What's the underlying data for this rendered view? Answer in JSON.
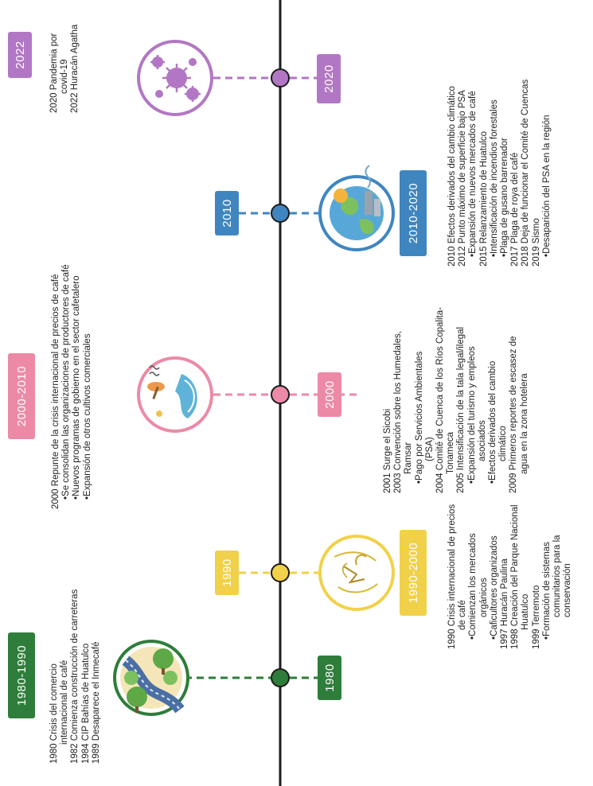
{
  "colors": {
    "green": "#2e7d3a",
    "yellow": "#f2d14a",
    "pink": "#ec8aa6",
    "blue": "#3f86c0",
    "purple": "#b277c4",
    "axis": "#1c1c1c"
  },
  "periods": {
    "p1980": {
      "label": "1980-1990",
      "year": "1980",
      "icon": "forest-road-icon",
      "events": [
        "1980 Crisis del comercio",
        "internacional de café",
        "1982 Comienza construcción de carreteras",
        "1984 CIP Bahías de Huatulco",
        "1989 Desaparece el Inmecafé"
      ]
    },
    "p1990": {
      "label": "1990-2000",
      "year": "1990",
      "icon": "hurricane-coast-icon",
      "events": [
        "1990 Crisis internacional de precios",
        "de café",
        "Comienzan los mercados",
        "orgánicos",
        "Caficultores organizados",
        "1997 Huracán Paulina",
        "1998 Creación del Parque Nacional",
        "Huatulco",
        "1999 Terremoto",
        "Formación de sistemas",
        "comunitarios para la",
        "conservación"
      ]
    },
    "p2000": {
      "label": "2000-2010",
      "year": "2000",
      "icon": "wave-tree-icon",
      "events_top": [
        "2000 Repunte de la crisis internacional de precios de café",
        "Se consolidan las organizaciones de productores de café",
        "Nuevos programas de gobierno en el sector cafetalero",
        "Expansión de otros cultivos comerciales"
      ],
      "events_bottom": [
        "2001 Surge el Sicobi",
        "2003 Convención sobre los Humedales,",
        "Ramsar",
        "Pago por Servicios Ambientales",
        "(PSA)",
        "2004 Comité de Cuenca de los Ríos Copalita-",
        "Tonameca",
        "2005 Intensificación de la tala legal/ilegal",
        "Expansión del turismo y empleos",
        "asociados",
        "Efectos derivados del cambio",
        "climático",
        "2009 Primeros reportes de escasez de",
        "agua en la zona hotelera"
      ]
    },
    "p2010": {
      "label": "2010-2020",
      "year": "2010",
      "icon": "climate-earth-icon",
      "events": [
        "2010 Efectos derivados del cambio climático",
        "2012 Punto máximo de superficie bajo PSA",
        "Expansión de nuevos mercados de café",
        "2015 Relanzamiento de Huatulco",
        "Intensificación de incendios forestales",
        "Plaga de gusano barrenador",
        "2017 Plaga de roya del café",
        "2018 Deja de funcionar el Comité de Cuencas",
        "2019 Sismo",
        "Desaparición del PSA en la región"
      ]
    },
    "p2020": {
      "label": "2022",
      "year": "2020",
      "icon": "virus-icon",
      "events": [
        "2020 Pandemia por",
        "covid-19",
        "2022 Huracán Agatha"
      ]
    }
  }
}
